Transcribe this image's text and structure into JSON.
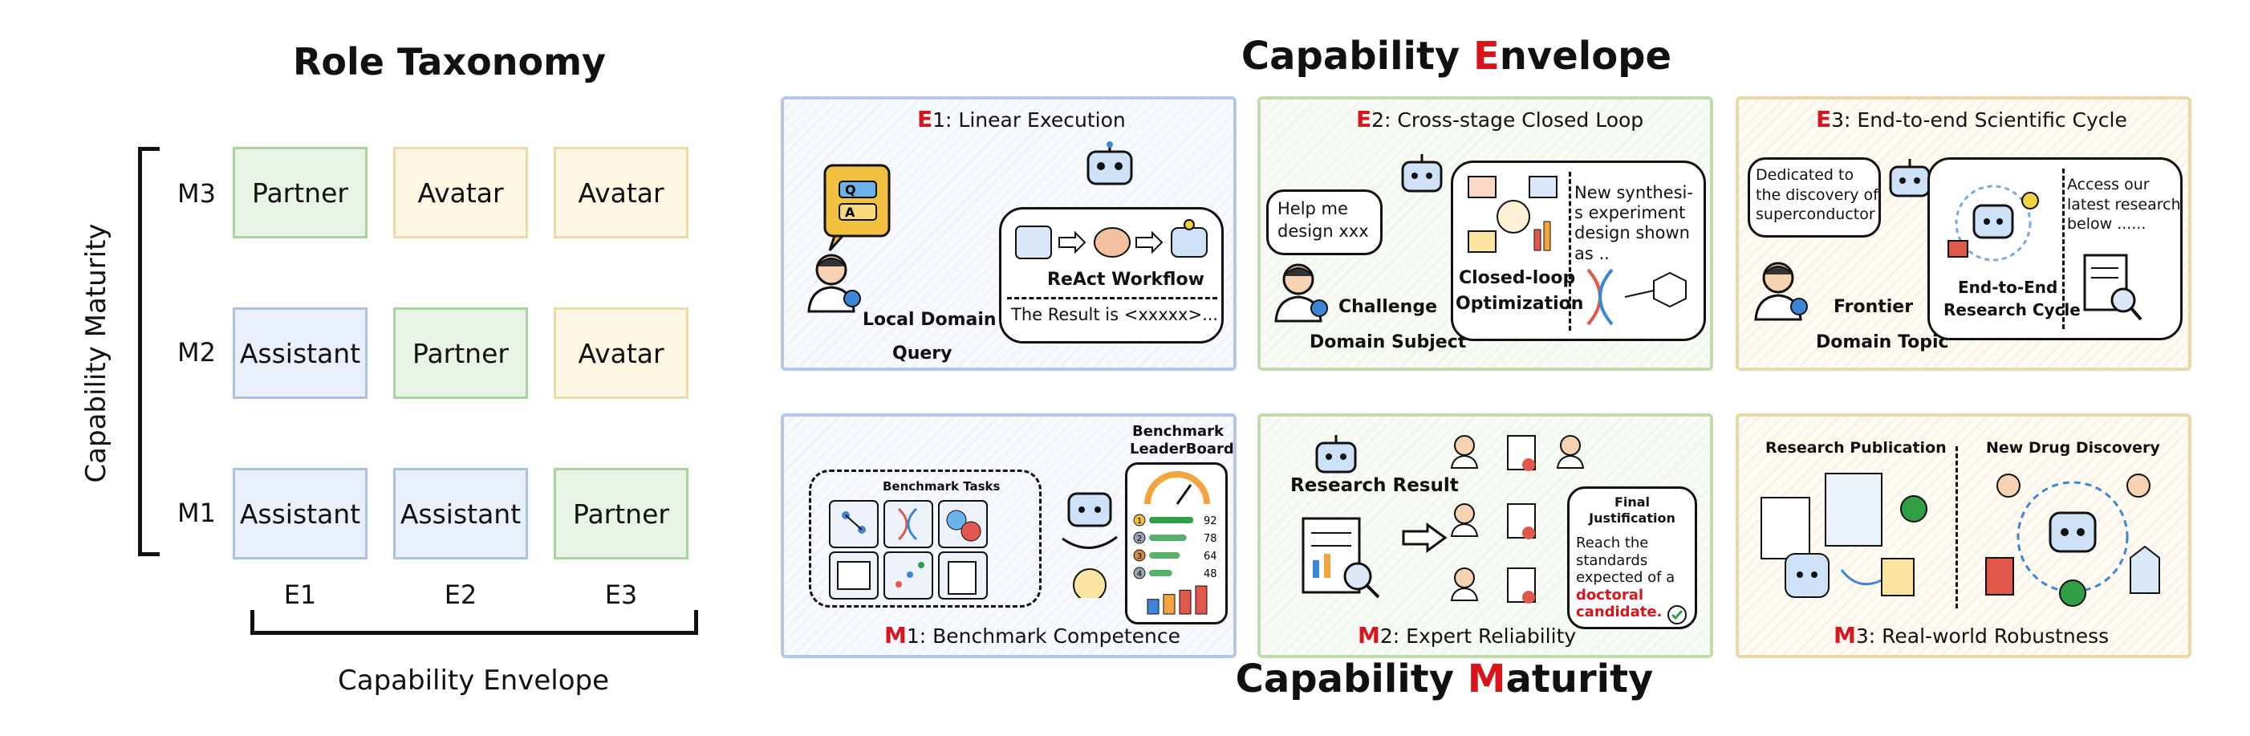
{
  "taxonomy": {
    "title": "Role Taxonomy",
    "y_axis_label": "Capability Maturity",
    "x_axis_label": "Capability Envelope",
    "rows": [
      "M3",
      "M2",
      "M1"
    ],
    "columns": [
      "E1",
      "E2",
      "E3"
    ],
    "cells": [
      [
        "Partner",
        "Avatar",
        "Avatar"
      ],
      [
        "Assistant",
        "Partner",
        "Avatar"
      ],
      [
        "Assistant",
        "Assistant",
        "Partner"
      ]
    ],
    "cell_colors": [
      [
        "#e9f5e4",
        "#fdf6e3",
        "#fdf6e3"
      ],
      [
        "#e9f0fb",
        "#e9f5e4",
        "#fdf6e3"
      ],
      [
        "#e9f0fb",
        "#e9f0fb",
        "#e9f5e4"
      ]
    ]
  },
  "envelope_title": {
    "prefix": "Capability ",
    "highlight": "E",
    "suffix": "nvelope"
  },
  "maturity_title": {
    "prefix": "Capability ",
    "highlight": "M",
    "suffix": "aturity"
  },
  "accent_color": "#d9141b",
  "e1": {
    "key": "E",
    "num": "1",
    "title": ": Linear Execution",
    "query_line1": "Local Domain",
    "query_line2": "Query",
    "workflow": "ReAct Workflow",
    "result": "The Result is <xxxxx>..."
  },
  "e2": {
    "key": "E",
    "num": "2",
    "title": ": Cross-stage Closed Loop",
    "speech_line1": "Help me",
    "speech_line2": "design xxx",
    "challenge": "Challenge",
    "subject": "Domain Subject",
    "loop_line1": "Closed-loop",
    "loop_line2": "Optimization",
    "note_lines": [
      "New synthesi-",
      "s experiment",
      "design shown",
      "as .."
    ]
  },
  "e3": {
    "key": "E",
    "num": "3",
    "title": ": End-to-end Scientific Cycle",
    "speech_line1": "Dedicated to",
    "speech_line2": "the discovery of",
    "speech_line3": "superconductor",
    "frontier": "Frontier",
    "topic": "Domain Topic",
    "cycle_line1": "End-to-End",
    "cycle_line2": "Research Cycle",
    "note_lines": [
      "Access our",
      "latest research",
      "below ......"
    ]
  },
  "m1": {
    "key": "M",
    "num": "1",
    "title": ": Benchmark Competence",
    "tasks": "Benchmark Tasks",
    "board_line1": "Benchmark",
    "board_line2": "LeaderBoard",
    "ranks": [
      "1",
      "2",
      "3",
      "4"
    ],
    "scores": [
      92,
      78,
      64,
      48
    ]
  },
  "m2": {
    "key": "M",
    "num": "2",
    "title": ": Expert Reliability",
    "result": "Research Result",
    "final_line1": "Final",
    "final_line2": "Justification",
    "reach_lines": [
      "Reach the",
      "standards",
      "expected of a"
    ],
    "doctoral_line1": "doctoral",
    "doctoral_line2": "candidate."
  },
  "m3": {
    "key": "M",
    "num": "3",
    "title": ": Real-world Robustness",
    "publication": "Research Publication",
    "drug": "New Drug Discovery"
  }
}
